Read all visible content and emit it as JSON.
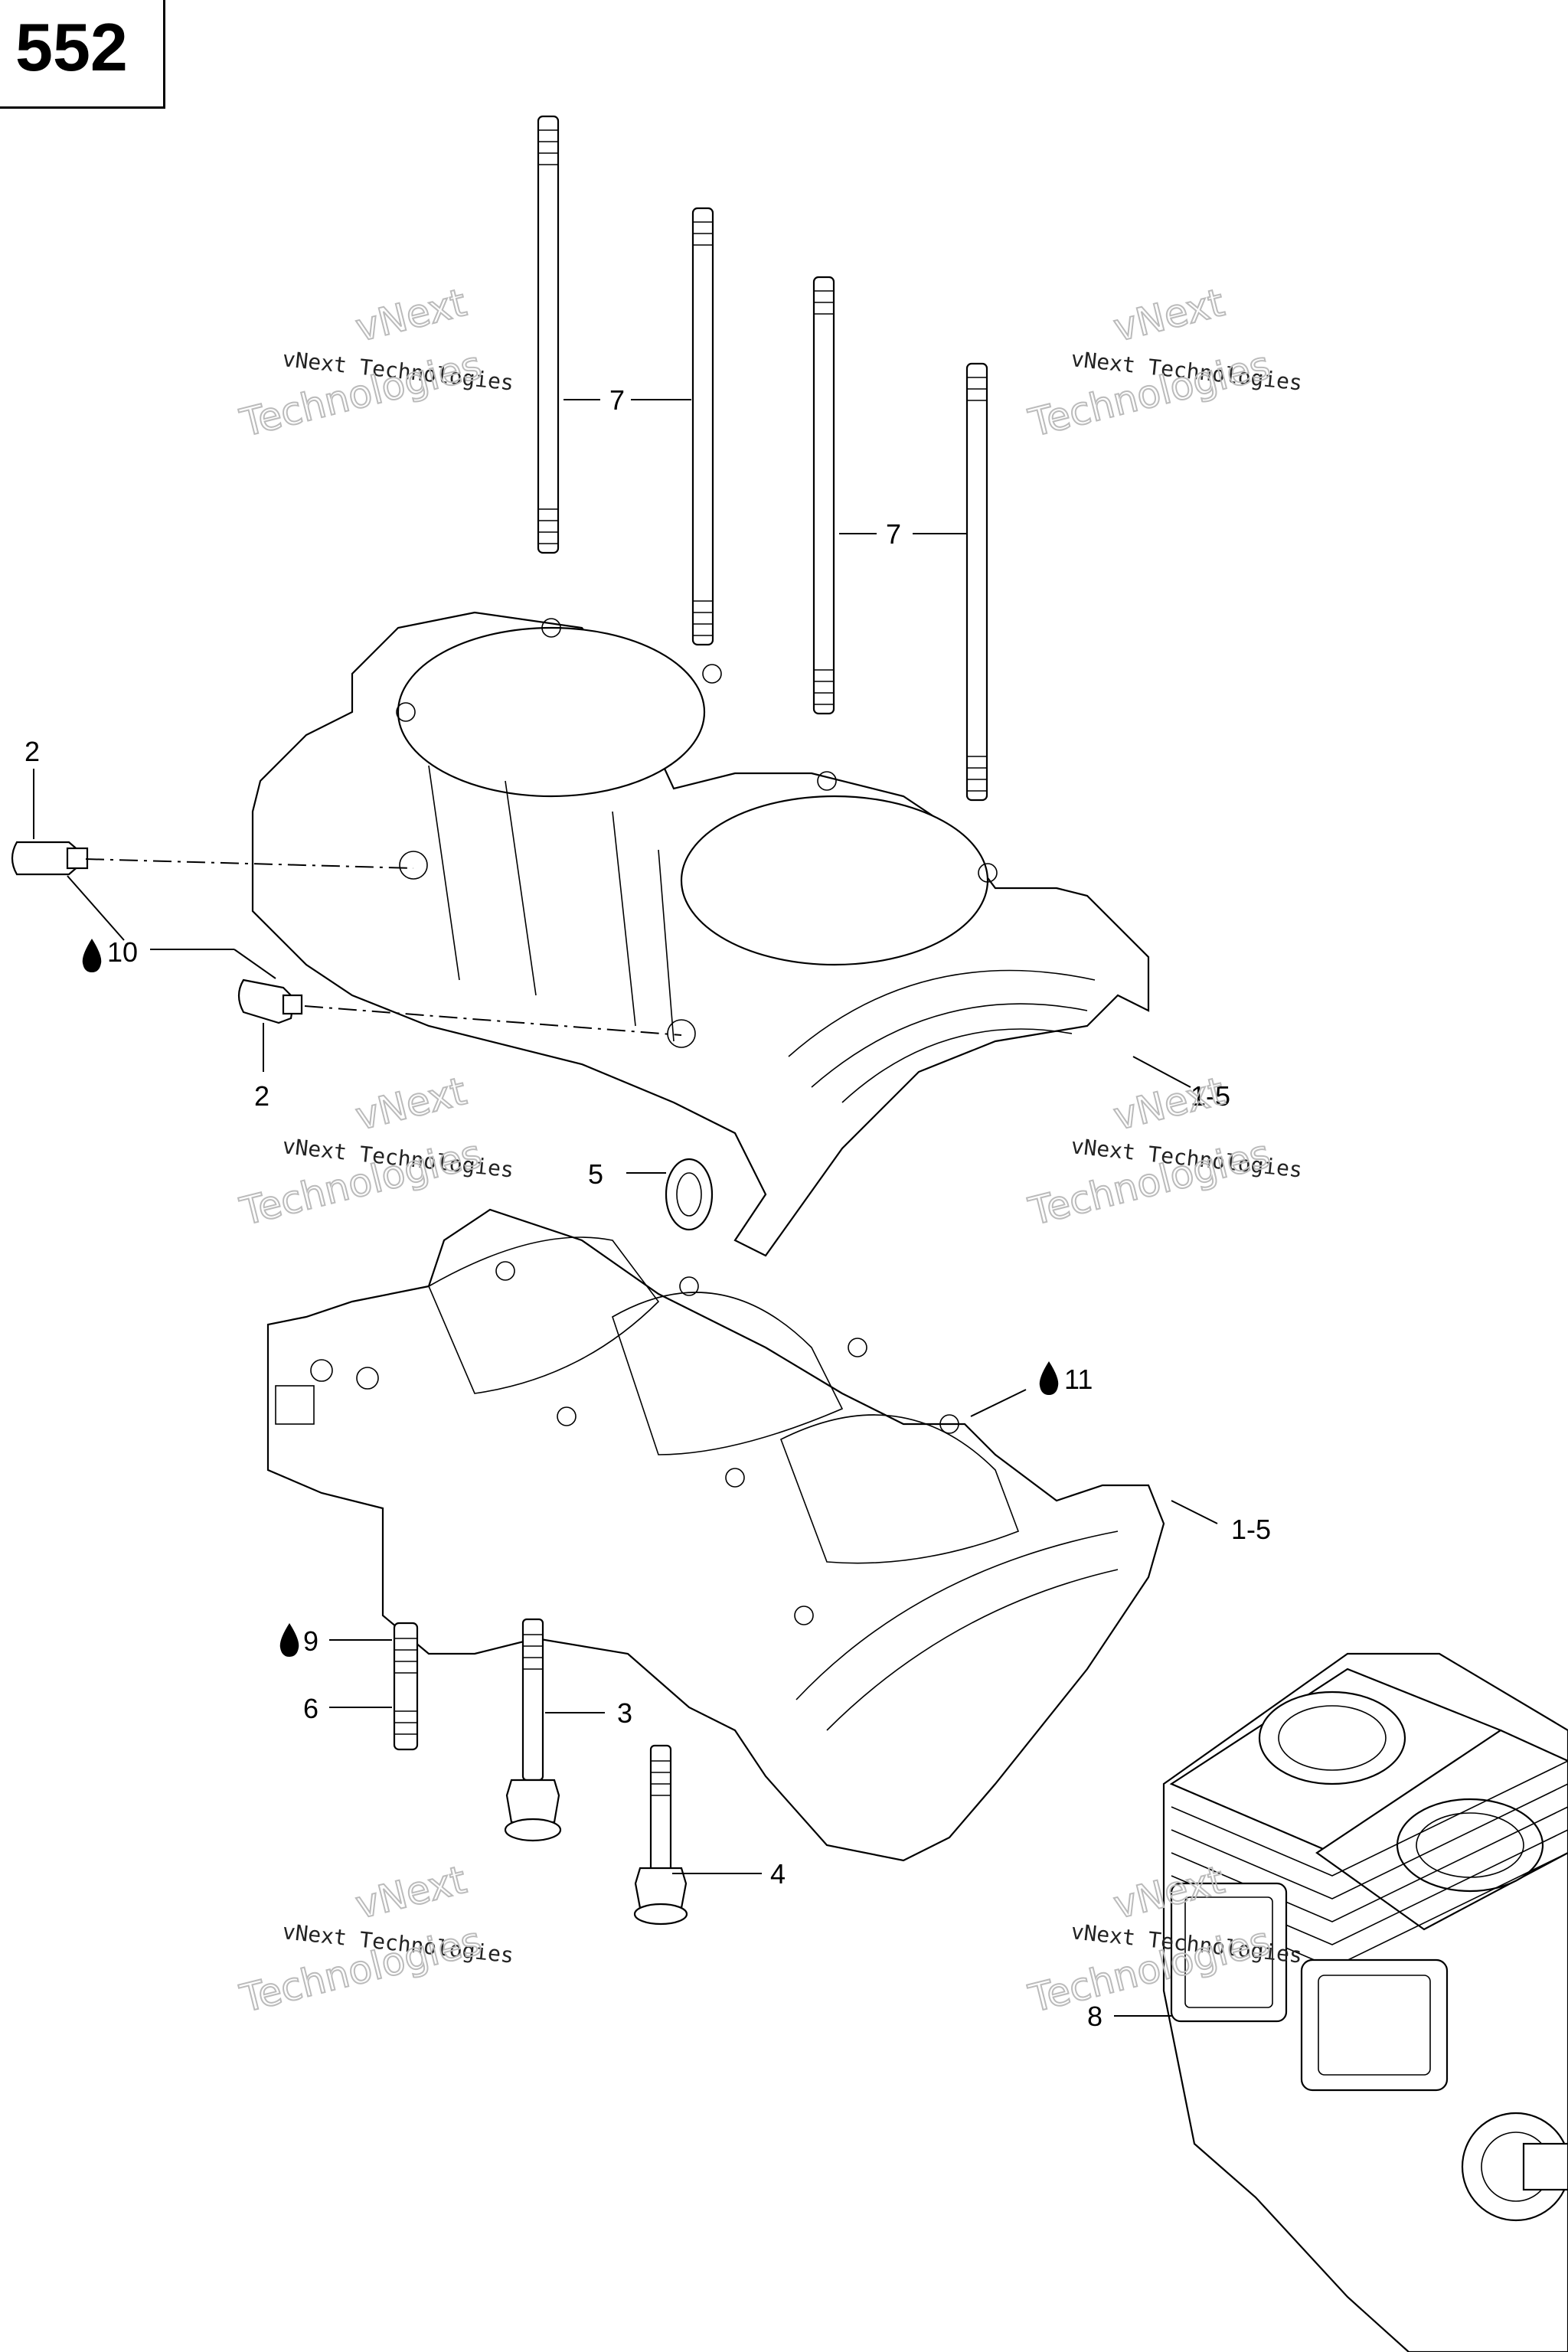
{
  "page": {
    "number": "552"
  },
  "watermark": {
    "line1": "vNext Technologies",
    "overlay": "vNext",
    "overlay2": "Technologies"
  },
  "callouts": {
    "c7a": "7",
    "c7b": "7",
    "c2a": "2",
    "c2b": "2",
    "c10": "10",
    "c15a": "1-5",
    "c5": "5",
    "c11": "11",
    "c15b": "1-5",
    "c9": "9",
    "c6": "6",
    "c3": "3",
    "c4": "4",
    "c8": "8"
  },
  "icons": {
    "drop": "oil-drop-icon"
  }
}
